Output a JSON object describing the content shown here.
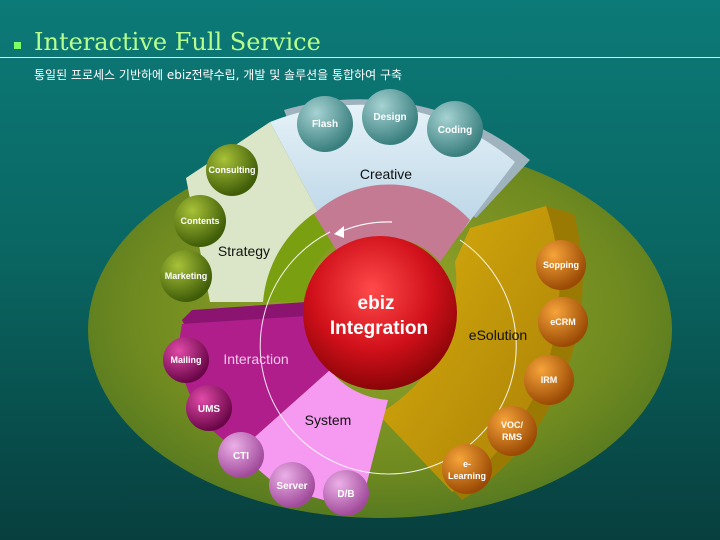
{
  "header": {
    "title": "Interactive Full Service",
    "subtitle": "통일된 프로세스 기반하에 ebiz전략수립, 개발 및 솔루션을 통합하여 구축"
  },
  "center": {
    "line1": "ebiz",
    "line2": "Integration"
  },
  "segments": {
    "creative": "Creative",
    "strategy": "Strategy",
    "esolution": "eSolution",
    "interaction": "Interaction",
    "system": "System"
  },
  "nodes": {
    "flash": "Flash",
    "design": "Design",
    "coding": "Coding",
    "consulting": "Consulting",
    "contents": "Contents",
    "marketing": "Marketing",
    "sopping": "Sopping",
    "ecrm": "eCRM",
    "irm": "IRM",
    "voc_line1": "VOC/",
    "voc_line2": "RMS",
    "elearning_line1": "e-",
    "elearning_line2": "Learning",
    "mailing": "Mailing",
    "ums": "UMS",
    "cti": "CTI",
    "server": "Server",
    "db": "D/B"
  },
  "colors": {
    "ellipse": "#6e8a1c",
    "creative": "#cfe3ef",
    "strategy": "#dbe6c8",
    "esolution": "#c49a08",
    "interaction": "#b01e8c",
    "system": "#f59af0",
    "center": "#d0101a"
  }
}
